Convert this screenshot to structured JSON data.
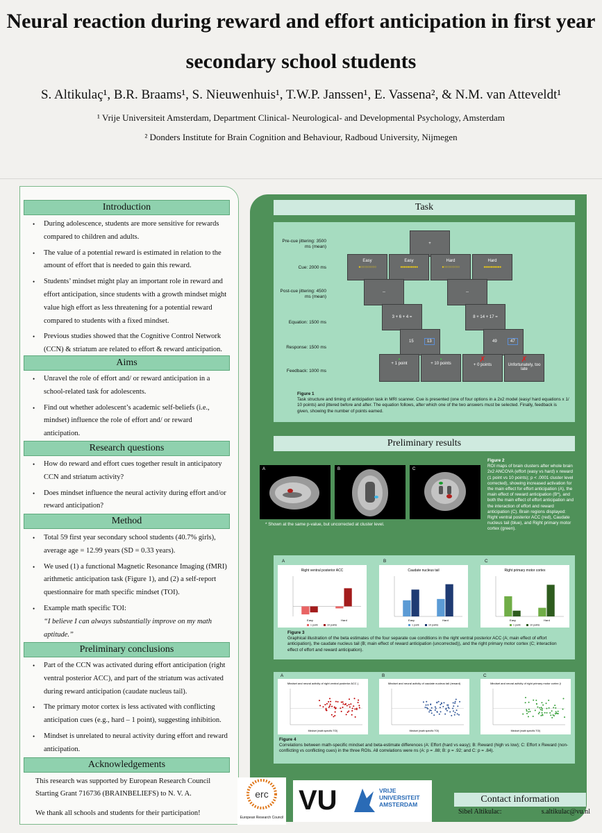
{
  "header": {
    "title_line1": "Neural reaction during reward and effort anticipation in first year",
    "title_line2": "secondary school students",
    "authors": "S. Altikulaç¹, B.R. Braams¹, S. Nieuwenhuis¹, T.W.P. Janssen¹, E. Vassena², & N.M. van Atteveldt¹",
    "affiliation1": "¹ Vrije Universiteit Amsterdam, Department Clinical- Neurological- and Developmental Psychology, Amsterdam",
    "affiliation2": "² Donders Institute for Brain Cognition and Behaviour, Radboud University, Nijmegen"
  },
  "intro": {
    "heading": "Introduction",
    "bullets": [
      "During adolescence, students are more sensitive for rewards compared to children and adults.",
      "The value of a potential reward is estimated in relation to the amount of effort that is needed to gain this reward.",
      "Students’ mindset might play an important role in reward and effort anticipation, since students with a growth mindset might value high effort as less threatening for a potential reward compared to students with a fixed mindset.",
      "Previous studies showed that the Cognitive Control Network (CCN) & striatum are related to effort & reward anticipation."
    ]
  },
  "aims": {
    "heading": "Aims",
    "bullets": [
      "Unravel the role of effort and/ or reward anticipation in a school-related task for adolescents.",
      "Find out whether adolescent’s academic self-beliefs (i.e., mindset) influence the role of effort and/ or reward anticipation."
    ]
  },
  "rq": {
    "heading": "Research questions",
    "bullets": [
      "How do reward and effort cues together result in anticipatory CCN and striatum activity?",
      "Does mindset influence the neural activity during effort and/or reward anticipation?"
    ]
  },
  "method": {
    "heading": "Method",
    "b1": "Total 59 first year secondary school students (40.7% girls), average age = 12.99 years (SD = 0.33 years).",
    "b2": "We used (1) a functional Magnetic Resonance Imaging (fMRI) arithmetic anticipation task (Figure 1), and (2) a self-report questionnaire for math specific mindset (TOI).",
    "b3": "Example math specific TOI:",
    "quote": "“I believe I can always substantially improve on my math aptitude.”"
  },
  "conclusions": {
    "heading": "Preliminary conclusions",
    "bullets": [
      "Part of the CCN was activated during effort anticipation (right ventral posterior ACC), and part of the striatum was activated during reward anticipation (caudate nucleus tail).",
      "The primary motor cortex is less activated with conflicting anticipation cues (e.g., hard – 1 point), suggesting inhibition.",
      "Mindset is unrelated to neural activity during effort and reward anticipation."
    ]
  },
  "ack": {
    "heading": "Acknowledgements",
    "text1": "This research was supported by European Research Council Starting Grant 716736 (BRAINBELIEFS) to N. V. A.",
    "text2": "We thank all schools and students for their participation!"
  },
  "task": {
    "heading": "Task",
    "labels": [
      "Pre-cue jittering: 3500 ms (mean)",
      "Cue: 2000 ms",
      "Post-cue jittering: 4500 ms (mean)",
      "Equation: 1500 ms",
      "Response: 1500 ms",
      "Feedback: 1000 ms"
    ],
    "cue_labels": [
      "Easy",
      "Easy",
      "Hard",
      "Hard"
    ],
    "fixation": "+",
    "dash": "--",
    "eq1": "3 + 6 + 4 =",
    "eq2": "8 + 14 + 17 =",
    "resp": [
      "15",
      "13",
      "49",
      "47"
    ],
    "feedback": [
      "+ 1 point",
      "+ 10 points",
      "+ 0 points",
      "Unfortunately, too late"
    ],
    "caption_title": "Figure 1",
    "caption": "Task structure and timing of anticipation task in MRI scanner. Cue is presented (one of four options in a 2x2 model (easy/ hard equations x 1/ 10 points) and jittered before and after. The equation follows, after which one of the two answers must be selected. Finally, feedback is given, showing the number of points earned."
  },
  "results": {
    "heading": "Preliminary results",
    "panel_letters": [
      "A",
      "B",
      "C"
    ],
    "brain_note": "* Shown at the same p-value, but uncorrected at cluster level.",
    "fig2_title": "Figure 2",
    "fig2_caption": "ROI maps of brain clusters after whole brain 2x2 ANCOVA (effort (easy vs hard) x reward (1 point vs 10 points); p < .0001 cluster level corrected), showing increased activation for the main effect for effort anticipation (A), the main effect of reward anticipation (B*), and both the main effect of effort anticipation and the interaction of effort and reward anticipation (C). Brain regions displayed: Right ventral posterior ACC (red), Caudate nucleus tail (blue), and Right primary motor cortex (green).",
    "fig3_title": "Figure 3",
    "fig3_caption": "Graphical illustration of the beta estimates of the four separate cue conditions in the right ventral posterior ACC (A; main effect of effort anticipation), the caudate nucleus tail (B; main effect of reward anticipation (uncorrected)), and the right primary motor cortex (C; interaction effect of effort and reward anticipation).",
    "fig4_title": "Figure 4",
    "fig4_caption": "Correlations between math-specific mindset and beta-estimate differences (A: Effort (hard vs easy); B: Reward (high vs low); C: Effort x Reward (non-conflicting vs conflicting cues) in the three ROIs. All correlations were ns (A: p = .88; B: p = .92; and C: p = .84)."
  },
  "chart_data": [
    {
      "type": "bar",
      "title": "Right ventral posterior ACC",
      "categories": [
        "Easy",
        "Hard"
      ],
      "series": [
        {
          "name": "1 point",
          "values": [
            -0.04,
            -0.01
          ]
        },
        {
          "name": "10 points",
          "values": [
            -0.03,
            0.09
          ]
        }
      ],
      "colors": [
        "#e96464",
        "#a31c1c"
      ],
      "ylim": [
        -0.05,
        0.15
      ]
    },
    {
      "type": "bar",
      "title": "Caudate nucleus tail",
      "categories": [
        "Easy",
        "Hard"
      ],
      "series": [
        {
          "name": "1 point",
          "values": [
            0.12,
            0.13
          ]
        },
        {
          "name": "10 points",
          "values": [
            0.2,
            0.24
          ]
        }
      ],
      "colors": [
        "#5b9bd5",
        "#1f3b73"
      ],
      "ylim": [
        0,
        0.3
      ]
    },
    {
      "type": "bar",
      "title": "Right primary motor cortex",
      "categories": [
        "Easy",
        "Hard"
      ],
      "series": [
        {
          "name": "1 point",
          "values": [
            0.07,
            0.03
          ]
        },
        {
          "name": "10 points",
          "values": [
            0.02,
            0.11
          ]
        }
      ],
      "colors": [
        "#70ad47",
        "#2e5c1e"
      ],
      "ylim": [
        0,
        0.14
      ]
    },
    {
      "type": "scatter",
      "title": "Mindset and neural activity of right ventral posterior ACC (effort)",
      "xlabel": "Mindset (math specific TOI)",
      "color": "#c00000"
    },
    {
      "type": "scatter",
      "title": "Mindset and neural activity of caudate nucleus tail (reward)",
      "xlabel": "Mindset (math specific TOI)",
      "color": "#2f5597"
    },
    {
      "type": "scatter",
      "title": "Mindset and neural activity of right primary motor cortex (interaction effort & reward)",
      "xlabel": "Mindset (math specific TOI)",
      "color": "#38a03a"
    }
  ],
  "contact": {
    "heading": "Contact information",
    "name": "Sibel Altikulac:",
    "email": "s.altikulac@vu.nl"
  },
  "logos": {
    "erc_text": "erc",
    "erc_sub": "European Research Council",
    "vu_text": "VU",
    "vu_sub1": "VRIJE",
    "vu_sub2": "UNIVERSITEIT",
    "vu_sub3": "AMSTERDAM"
  }
}
